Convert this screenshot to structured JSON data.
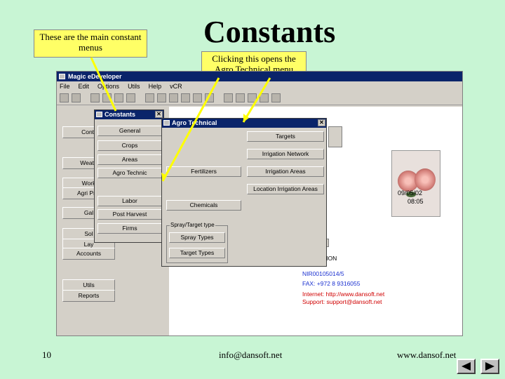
{
  "slide": {
    "title": "Constants",
    "callout_menus": "These are the main constant menus",
    "callout_agro": "Clicking this opens the Agro Technical menu",
    "slide_number": "10",
    "email": "info@dansoft.net",
    "website": "www.dansof.net"
  },
  "app": {
    "title": "Magic eDeveloper",
    "menu": [
      "File",
      "Edit",
      "Options",
      "Utils",
      "Help",
      "vCR"
    ],
    "left_buttons": [
      "Contr",
      "Weath",
      "Work",
      "Agri Prot",
      "Gal",
      "Sol",
      "Lay",
      "Accounts",
      "Utils",
      "Reports"
    ],
    "date": "09/05/02",
    "time": "08:05",
    "contact_lines": [
      "DION",
      "NIR00105014/5",
      "FAX: +972 8 9316055",
      "Internet: http://www.dansoft.net",
      "Support: support@dansoft.net"
    ],
    "link_color": "#d00000"
  },
  "constants_window": {
    "title": "Constants",
    "buttons": [
      "General",
      "Crops",
      "Areas",
      "Agro Technic",
      "Labor",
      "Post Harvest",
      "Firms"
    ]
  },
  "agro_window": {
    "title": "Agro Technical",
    "buttons_right": [
      "Targets",
      "Irrigation Network",
      "Irrigation Areas",
      "Location Irrigation Areas"
    ],
    "buttons_left": [
      "Fertilizers",
      "Chemicals"
    ],
    "group_label": "Spray/Target type",
    "group_buttons": [
      "Spray Types",
      "Target Types"
    ]
  },
  "colors": {
    "background": "#c8f5d4",
    "callout": "#ffff66",
    "titlebar": "#0a246a"
  }
}
